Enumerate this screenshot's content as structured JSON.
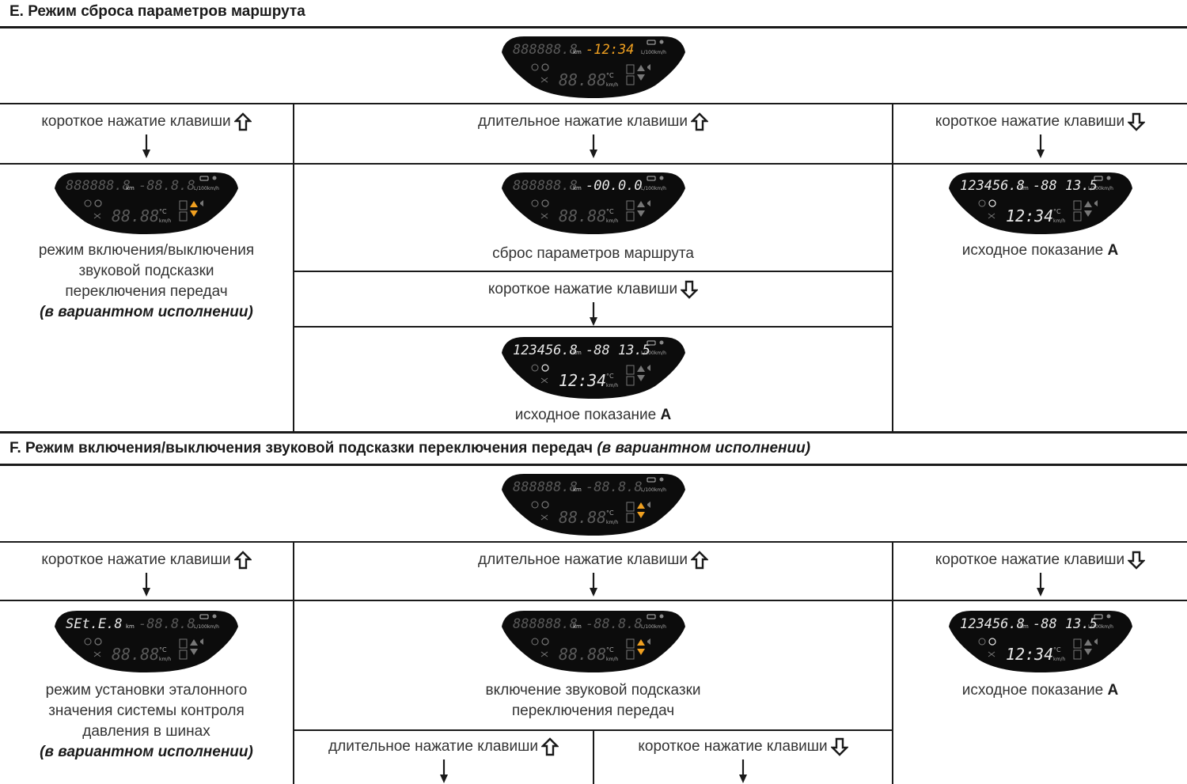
{
  "section_e": {
    "title": "E. Режим сброса параметров маршрута",
    "top_display": {
      "odo": "888888.8",
      "trip": "-12:34",
      "trip_color": "#f0a020",
      "bottom": "88.88"
    },
    "col1": {
      "press": "короткое нажатие клавиши",
      "key": "up-key-icon",
      "display": {
        "odo": "888888.8",
        "trip": "-88.8.8",
        "bottom": "88.88"
      },
      "caption_lines": [
        "режим включения/выключения",
        "звуковой подсказки",
        "переключения передач"
      ],
      "caption_italic": "(в вариантном исполнении)"
    },
    "col2": {
      "press": "длительное нажатие клавиши",
      "key": "up-key-icon",
      "display": {
        "odo": "888888.8",
        "trip": "-00.0.0",
        "bottom": "88.88"
      },
      "caption": "сброс параметров маршрута",
      "press2": "короткое нажатие клавиши",
      "key2": "down-key-icon",
      "display2": {
        "odo": "123456.8",
        "trip": "-88 13.5",
        "bottom": "12:34"
      },
      "caption2_text": "исходное показание",
      "caption2_letter": "A"
    },
    "col3": {
      "press": "короткое нажатие клавиши",
      "key": "down-key-icon",
      "display": {
        "odo": "123456.8",
        "trip": "-88 13.5",
        "bottom": "12:34"
      },
      "caption_text": "исходное показание",
      "caption_letter": "A"
    }
  },
  "section_f": {
    "title": "F. Режим включения/выключения звуковой подсказки переключения передач",
    "title_italic": "(в вариантном исполнении)",
    "top_display": {
      "odo": "888888.8",
      "trip": "-88.8.8",
      "bottom": "88.88"
    },
    "col1": {
      "press": "короткое нажатие клавиши",
      "key": "up-key-icon",
      "display": {
        "odo": "SEt.E.8",
        "trip": "-88.8.8",
        "bottom": "88.88"
      },
      "caption_lines": [
        "режим установки эталонного",
        "значения системы контроля",
        "давления в шинах"
      ],
      "caption_italic": "(в вариантном исполнении)"
    },
    "col2": {
      "press": "длительное нажатие клавиши",
      "key": "up-key-icon",
      "display": {
        "odo": "888888.8",
        "trip": "-88.8.8",
        "bottom": "88.88"
      },
      "caption_lines": [
        "включение звуковой подсказки",
        "переключения передач"
      ],
      "sub_left_press": "длительное нажатие клавиши",
      "sub_left_key": "up-key-icon",
      "sub_right_press": "короткое нажатие клавиши",
      "sub_right_key": "down-key-icon"
    },
    "col3": {
      "press": "короткое нажатие клавиши",
      "key": "down-key-icon",
      "display": {
        "odo": "123456.8",
        "trip": "-88 13.5",
        "bottom": "12:34"
      },
      "caption_text": "исходное показание",
      "caption_letter": "A"
    }
  },
  "colors": {
    "lcd_bg": "#0c0c0c",
    "lcd_dim": "#5a5a5a",
    "lcd_on": "#e8e8e8",
    "accent": "#f0a020",
    "lines": "#1a1a1a"
  }
}
